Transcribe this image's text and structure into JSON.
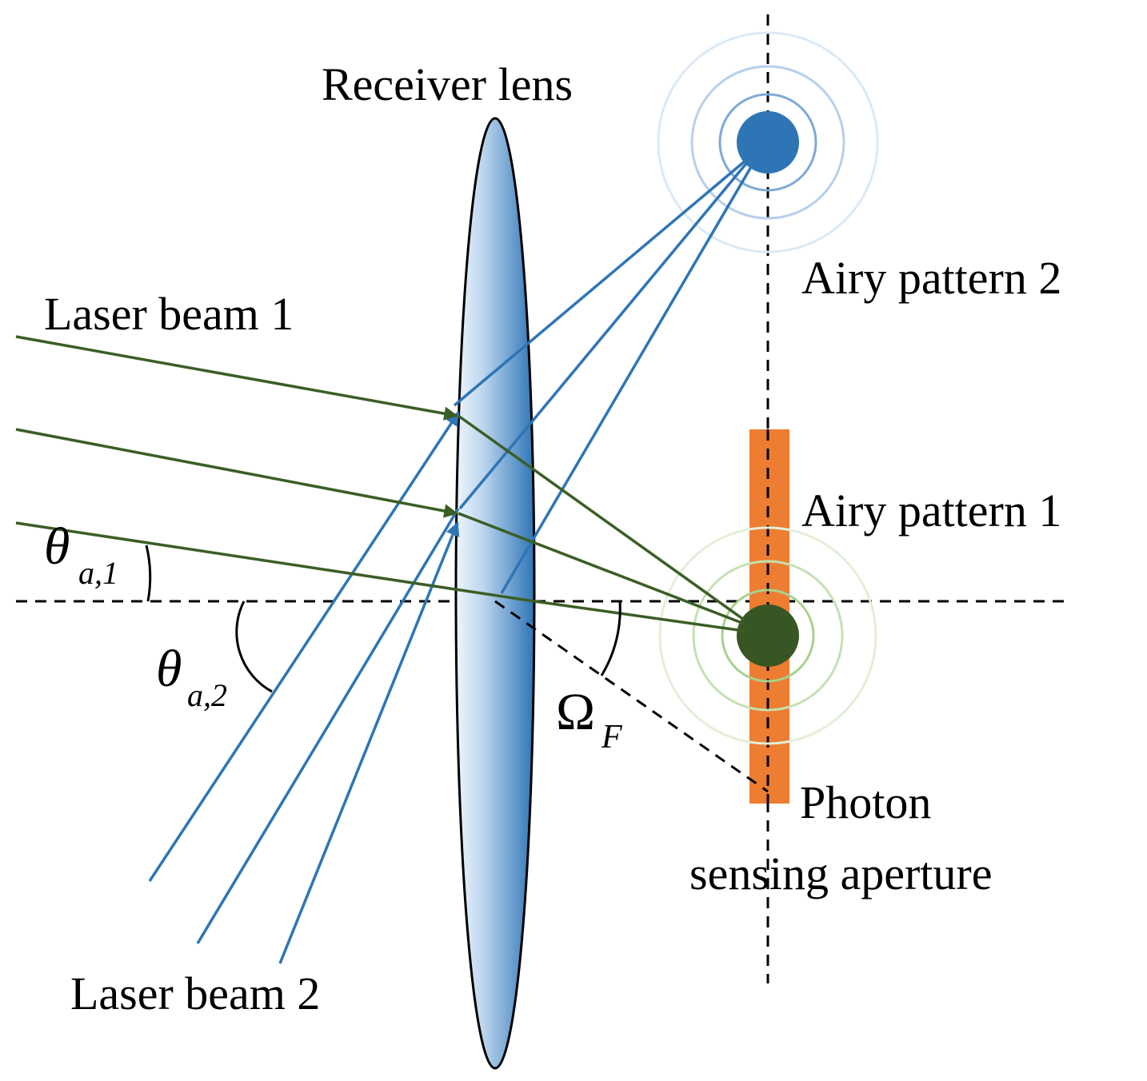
{
  "labels": {
    "receiver_lens": "Receiver lens",
    "airy_pattern_2": "Airy pattern 2",
    "airy_pattern_1": "Airy pattern 1",
    "laser_beam_1": "Laser beam 1",
    "laser_beam_2": "Laser beam 2",
    "photon_line1": "Photon",
    "photon_line2": "sensing aperture"
  },
  "symbols": {
    "theta": "θ",
    "theta_a1_sub": "a,1",
    "theta_a2_sub": "a,2",
    "omega": "Ω",
    "omega_sub": "F"
  },
  "colors": {
    "green_beam": "#3b5e25",
    "blue_beam": "#2e75b6",
    "aperture": "#ed7d31",
    "green_spot": "#375623",
    "blue_spot": "#2e75b6",
    "lens_dark": "#2e75b6",
    "lens_light": "#e8f1fa"
  }
}
